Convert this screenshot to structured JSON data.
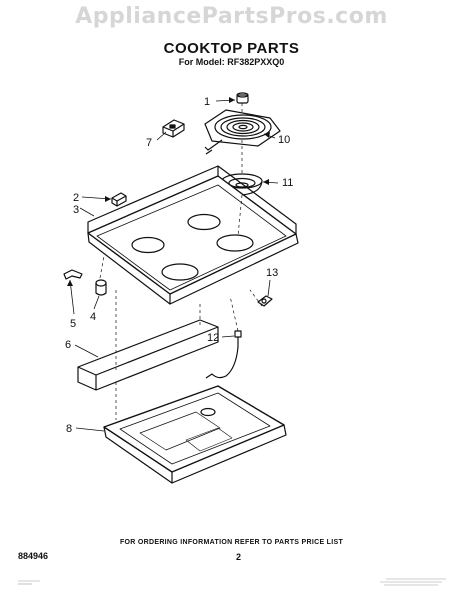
{
  "watermark": "AppliancePartsPros.com",
  "header": {
    "title": "COOKTOP PARTS",
    "subtitle": "For Model: RF382PXXQ0"
  },
  "callouts": [
    "1",
    "2",
    "3",
    "4",
    "5",
    "6",
    "7",
    "8",
    "10",
    "11",
    "12",
    "13"
  ],
  "footer": {
    "ordering_note": "FOR ORDERING INFORMATION REFER TO PARTS PRICE LIST",
    "part_number": "884946",
    "page_number": "2"
  }
}
